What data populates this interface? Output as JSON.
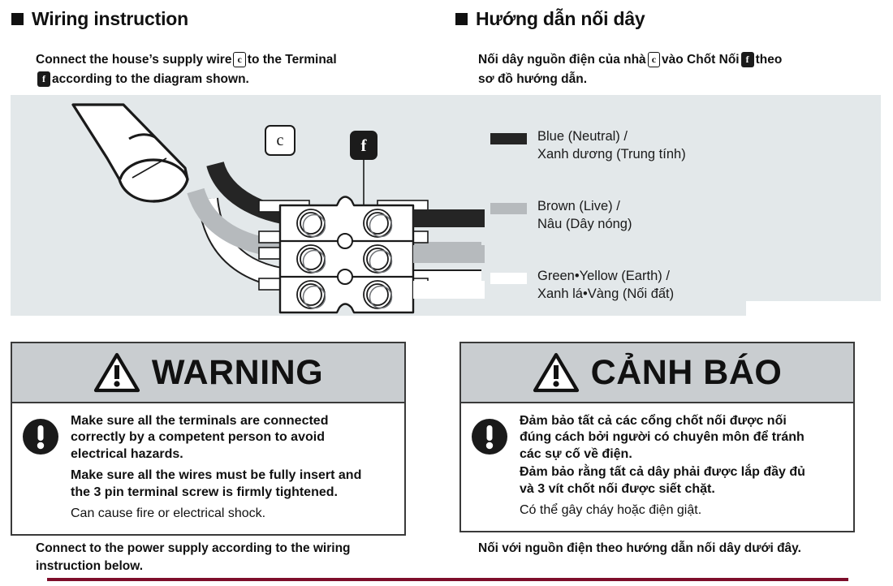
{
  "headings": {
    "en": "Wiring instruction",
    "vi": "Hướng dẫn nối dây"
  },
  "intro": {
    "en": {
      "line1_a": "Connect the house’s supply wire",
      "chip1": "c",
      "line1_b": "to the Terminal",
      "chip2": "f",
      "line2_b": "according to the diagram shown."
    },
    "vi": {
      "line1_a": "Nối dây nguồn điện của nhà",
      "chip1": "c",
      "line1_b": "vào Chốt Nối",
      "chip2": "f",
      "line1_c": "theo",
      "line2": "sơ đồ hướng dẫn."
    }
  },
  "diagram": {
    "callout_cable": "c",
    "callout_terminal": "f",
    "colors": {
      "panel_bg": "#e3e8ea",
      "wire_black": "#252525",
      "wire_gray": "#b6babd",
      "wire_white": "#ffffff",
      "outline": "#1a1a1a",
      "terminal_body": "#ffffff"
    }
  },
  "legend": {
    "items": [
      {
        "swatch": "#252525",
        "line1": "Blue (Neutral) /",
        "line2": "Xanh dương (Trung tính)",
        "name": "legend-blue-neutral"
      },
      {
        "swatch": "#b6babd",
        "line1": "Brown (Live) /",
        "line2": "Nâu (Dây nóng)",
        "name": "legend-brown-live"
      },
      {
        "swatch": "#ffffff",
        "line1": "Green•Yellow (Earth) /",
        "line2": "Xanh lá•Vàng (Nối đất)",
        "name": "legend-green-yellow-earth"
      }
    ]
  },
  "warning_en": {
    "title": "WARNING",
    "icon_triangle": "warning-triangle-icon",
    "icon_exclamation": "exclamation-circle-icon",
    "para1_l1": "Make sure all the terminals are connected",
    "para1_l2": "correctly by a competent person to avoid",
    "para1_l3": "electrical hazards.",
    "para2_l1": "Make sure all the wires must be fully insert and",
    "para2_l2": "the 3 pin terminal screw is firmly tightened.",
    "para3": "Can cause fire or electrical shock."
  },
  "warning_vi": {
    "title": "CẢNH BÁO",
    "icon_triangle": "warning-triangle-icon",
    "icon_exclamation": "exclamation-circle-icon",
    "para1_l1": "Đảm bảo tất cả các cổng chốt nối được nối",
    "para1_l2": "đúng cách bởi người có chuyên môn để tránh",
    "para1_l3": "các sự cố về điện.",
    "para2_l1": "Đảm bảo rằng tất cả dây phải được lắp đầy đủ",
    "para2_l2": "và 3 vít chốt nối được siết chặt.",
    "para3": "Có thể gây cháy hoặc điện giật."
  },
  "footer": {
    "en_l1": "Connect to the power supply according to the wiring",
    "en_l2": "instruction below.",
    "vi_l1": "Nối với nguồn điện theo hướng dẫn nối dây dưới đây.",
    "rule_color": "#7d0d2a"
  }
}
